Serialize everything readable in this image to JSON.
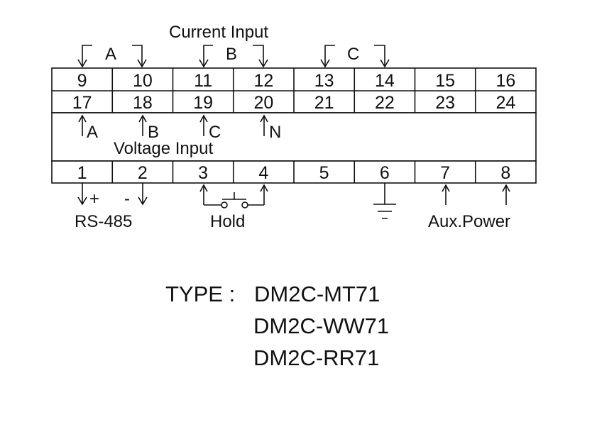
{
  "terminals": {
    "top_row": [
      "9",
      "10",
      "11",
      "12",
      "13",
      "14",
      "15",
      "16"
    ],
    "second_row": [
      "17",
      "18",
      "19",
      "20",
      "21",
      "22",
      "23",
      "24"
    ],
    "bottom_row": [
      "1",
      "2",
      "3",
      "4",
      "5",
      "6",
      "7",
      "8"
    ]
  },
  "labels": {
    "current_input": "Current Input",
    "current_phases": [
      "A",
      "B",
      "C"
    ],
    "voltage_input": "Voltage Input",
    "voltage_phases": [
      "A",
      "B",
      "C",
      "N"
    ],
    "rs485": "RS-485",
    "rs485_plus": "+",
    "rs485_minus": "-",
    "hold": "Hold",
    "aux_power": "Aux.Power"
  },
  "type_block": {
    "prefix": "TYPE :",
    "models": [
      "DM2C-MT71",
      "DM2C-WW71",
      "DM2C-RR71"
    ]
  },
  "colors": {
    "line": "#111111",
    "background": "#ffffff"
  }
}
